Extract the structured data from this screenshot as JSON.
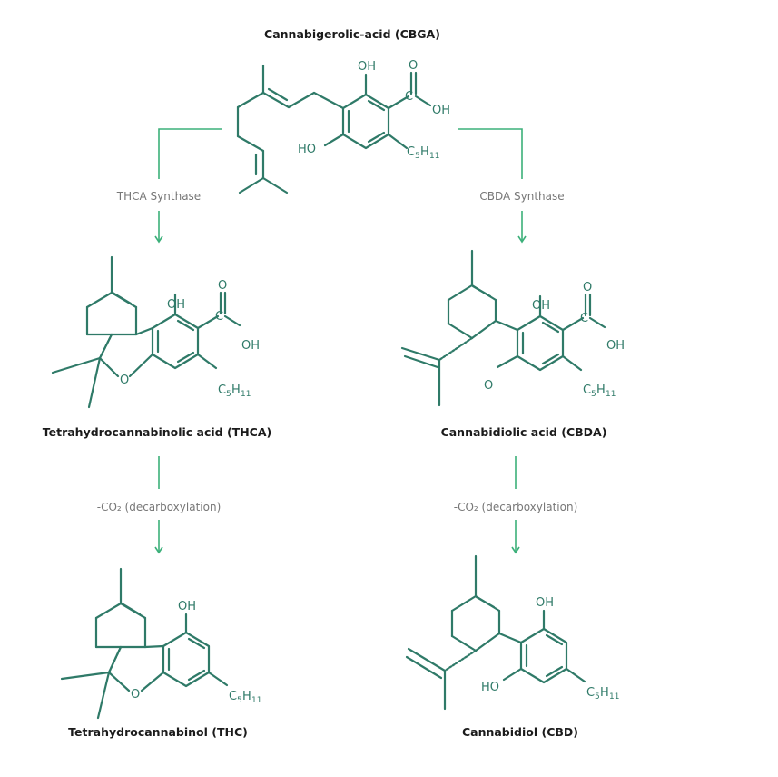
{
  "compounds": {
    "cbga": "Cannabigerolic-acid (CBGA)",
    "thca": "Tetrahydrocannabinolic acid (THCA)",
    "cbda": "Cannabidiolic acid (CBDA)",
    "thc": "Tetrahydrocannabinol (THC)",
    "cbd": "Cannabidiol (CBD)"
  },
  "steps": {
    "thca_synthase": "THCA Synthase",
    "cbda_synthase": "CBDA Synthase",
    "decarb_left": "-CO₂ (decarboxylation)",
    "decarb_right": "-CO₂ (decarboxylation)"
  },
  "atoms": {
    "oh": "OH",
    "ho": "HO",
    "o": "O",
    "carbonyl_o": "O",
    "carbon": "C",
    "c": "C",
    "c_sub": "5",
    "h": "H",
    "h_sub": "11"
  },
  "colors": {
    "structure": "#2f7a68",
    "arrow": "#3cb07a",
    "step_label": "#777777",
    "title": "#1b1b1b"
  }
}
